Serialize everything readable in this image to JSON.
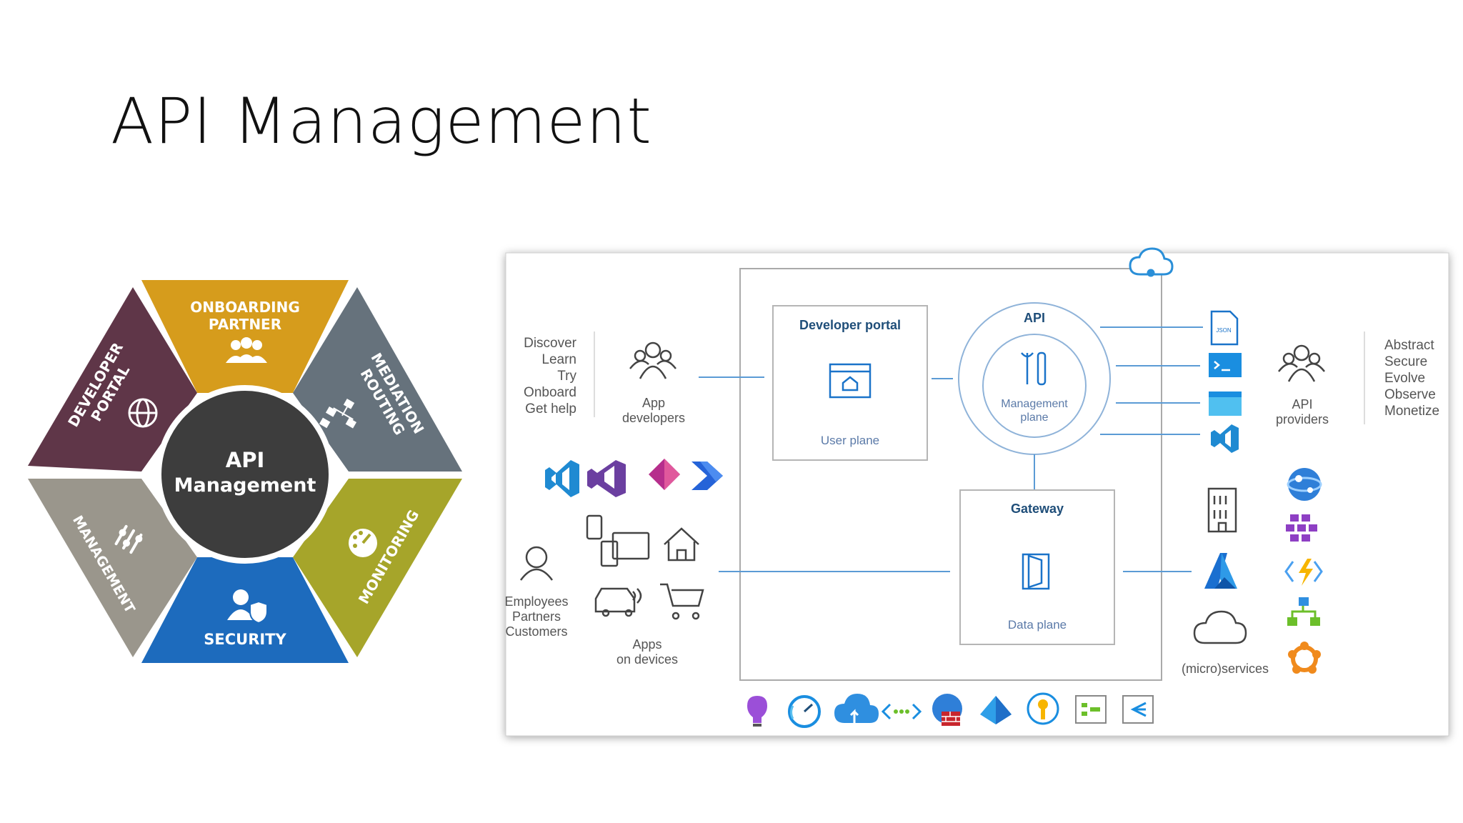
{
  "slide": {
    "title": "API Management"
  },
  "hexagon": {
    "center": {
      "line1": "API",
      "line2": "Management"
    },
    "segments": [
      {
        "line1": "ONBOARDING",
        "line2": "PARTNER",
        "color": "#d69c1c"
      },
      {
        "line1": "MEDIATION",
        "line2": "ROUTING",
        "color": "#66727c"
      },
      {
        "line1": "MONITORING",
        "line2": "",
        "color": "#a6a52a"
      },
      {
        "line1": "SECURITY",
        "line2": "",
        "color": "#1d6bbd"
      },
      {
        "line1": "MANAGEMENT",
        "line2": "",
        "color": "#9a968c"
      },
      {
        "line1": "DEVELOPER",
        "line2": "PORTAL",
        "color": "#5f3648"
      }
    ],
    "center_color": "#3d3d3d"
  },
  "architecture": {
    "left_actions": [
      "Discover",
      "Learn",
      "Try",
      "Onboard",
      "Get help"
    ],
    "app_developers": {
      "line1": "App",
      "line2": "developers"
    },
    "employees": [
      "Employees",
      "Partners",
      "Customers"
    ],
    "apps_on_devices": {
      "line1": "Apps",
      "line2": "on devices"
    },
    "developer_portal": {
      "title": "Developer portal",
      "plane": "User plane"
    },
    "api_circle": {
      "title": "API",
      "line1": "Management",
      "line2": "plane"
    },
    "gateway": {
      "title": "Gateway",
      "plane": "Data plane"
    },
    "api_providers": {
      "line1": "API",
      "line2": "providers"
    },
    "right_actions": [
      "Abstract",
      "Secure",
      "Evolve",
      "Observe",
      "Monetize"
    ],
    "microservices": "(micro)services",
    "json_label": "JSON",
    "accent": "#1a73c9"
  }
}
